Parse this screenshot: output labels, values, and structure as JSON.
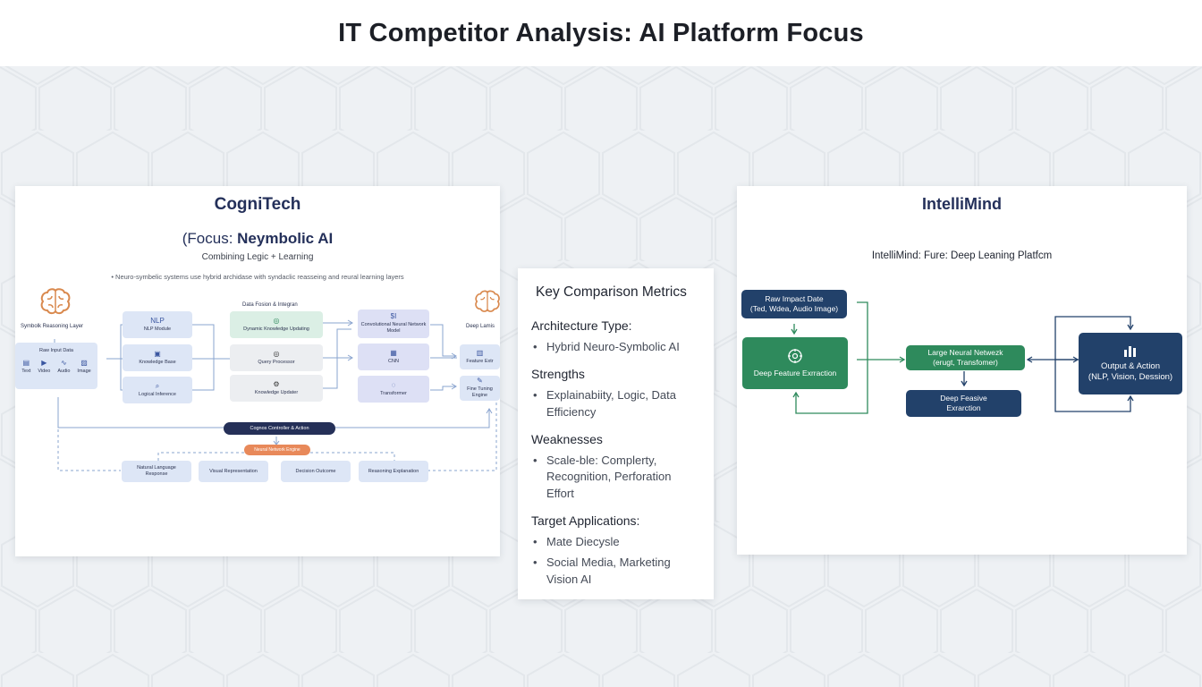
{
  "page": {
    "title": "IT Competitor Analysis: AI Platform Focus"
  },
  "colors": {
    "navy": "#24305a",
    "green": "#2e8a5c",
    "orange": "#e8895a",
    "background": "#eef1f4"
  },
  "left_panel": {
    "title": "CogniTech",
    "focus_prefix": "(Focus: ",
    "focus_bold": "Neymbolic AI",
    "subtitle": "Combining Legic + Learning",
    "description": "•  Neuro-symbelic systems use hybrid archidase with syndaclic reasseing and reural learning layers",
    "left_layer_label": "Symbolk Reasoning Layer",
    "right_layer_label": "Deep Lamis",
    "center_header": "Data Fosion & Integran",
    "input_box": {
      "label": "Raw Input Data",
      "items": [
        "Text",
        "Video",
        "Audio",
        "Image"
      ]
    },
    "column_a": [
      {
        "icon": "nlp-icon",
        "label": "NLP Module",
        "glyph": "NLP"
      },
      {
        "icon": "book-icon",
        "label": "Knowledge Base",
        "glyph": "▣"
      },
      {
        "icon": "search-icon",
        "label": "Logical Inference",
        "glyph": "⌕"
      }
    ],
    "column_b": [
      {
        "icon": "refresh-icon",
        "label": "Dynamic Knowledge Updating",
        "glyph": "◎"
      },
      {
        "icon": "target-icon",
        "label": "Query Processor",
        "glyph": "◎"
      },
      {
        "icon": "gear-icon",
        "label": "Knowledge Updater",
        "glyph": "⚙"
      }
    ],
    "column_c": [
      {
        "icon": "network-icon",
        "label": "Convolutional Neural Network Model",
        "glyph": "$I"
      },
      {
        "icon": "chip-icon",
        "label": "CNN",
        "glyph": "▦"
      },
      {
        "icon": "bulb-icon",
        "label": "Transformer",
        "glyph": "◌"
      }
    ],
    "column_d": [
      {
        "icon": "chart-icon",
        "label": "Feature Extr",
        "glyph": "▥"
      },
      {
        "icon": "wrench-icon",
        "label": "Fine Tuning Engine",
        "glyph": "✎"
      }
    ],
    "controller_label": "Cognos Controller & Action",
    "orange_label": "Neural Network Engine",
    "outputs": [
      "Natural Language Response",
      "Visual Representation",
      "Decision Outcome",
      "Reasoning Explanation"
    ]
  },
  "metrics": {
    "heading": "Key Comparison Metrics",
    "sections": [
      {
        "title": "Architecture Type:",
        "items": [
          "Hybrid Neuro-Symbolic AI"
        ]
      },
      {
        "title": "Strengths",
        "items": [
          "Explainabiity, Logic, Data Efficiency"
        ]
      },
      {
        "title": "Weaknesses",
        "items": [
          "Scale-ble: Complerty, Recognition, Perforation Effort"
        ]
      },
      {
        "title": "Target Applications:",
        "items": [
          "Mate Diecysle",
          "Social Media, Marketing Vision AI"
        ]
      }
    ]
  },
  "right_panel": {
    "title": "IntelliMind",
    "subtitle": "IntelliMind: Fure: Deep Leaning Platfcm",
    "raw_input": {
      "line1": "Raw Impact Date",
      "line2": "(Ted, Wdea, Audio Image)"
    },
    "feature_box": {
      "icon": "brain-gear-icon",
      "label": "Deep Feature Exrraction"
    },
    "network_box": {
      "line1": "Large Neural Netwezk",
      "line2": "(erugt, Transfomer)"
    },
    "deep_box": {
      "line1": "Deep Feasive",
      "line2": "Exrarction"
    },
    "output_box": {
      "icon": "bar-chart-icon",
      "line1": "Output & Action",
      "line2": "(NLP, Vision, Dession)"
    }
  }
}
